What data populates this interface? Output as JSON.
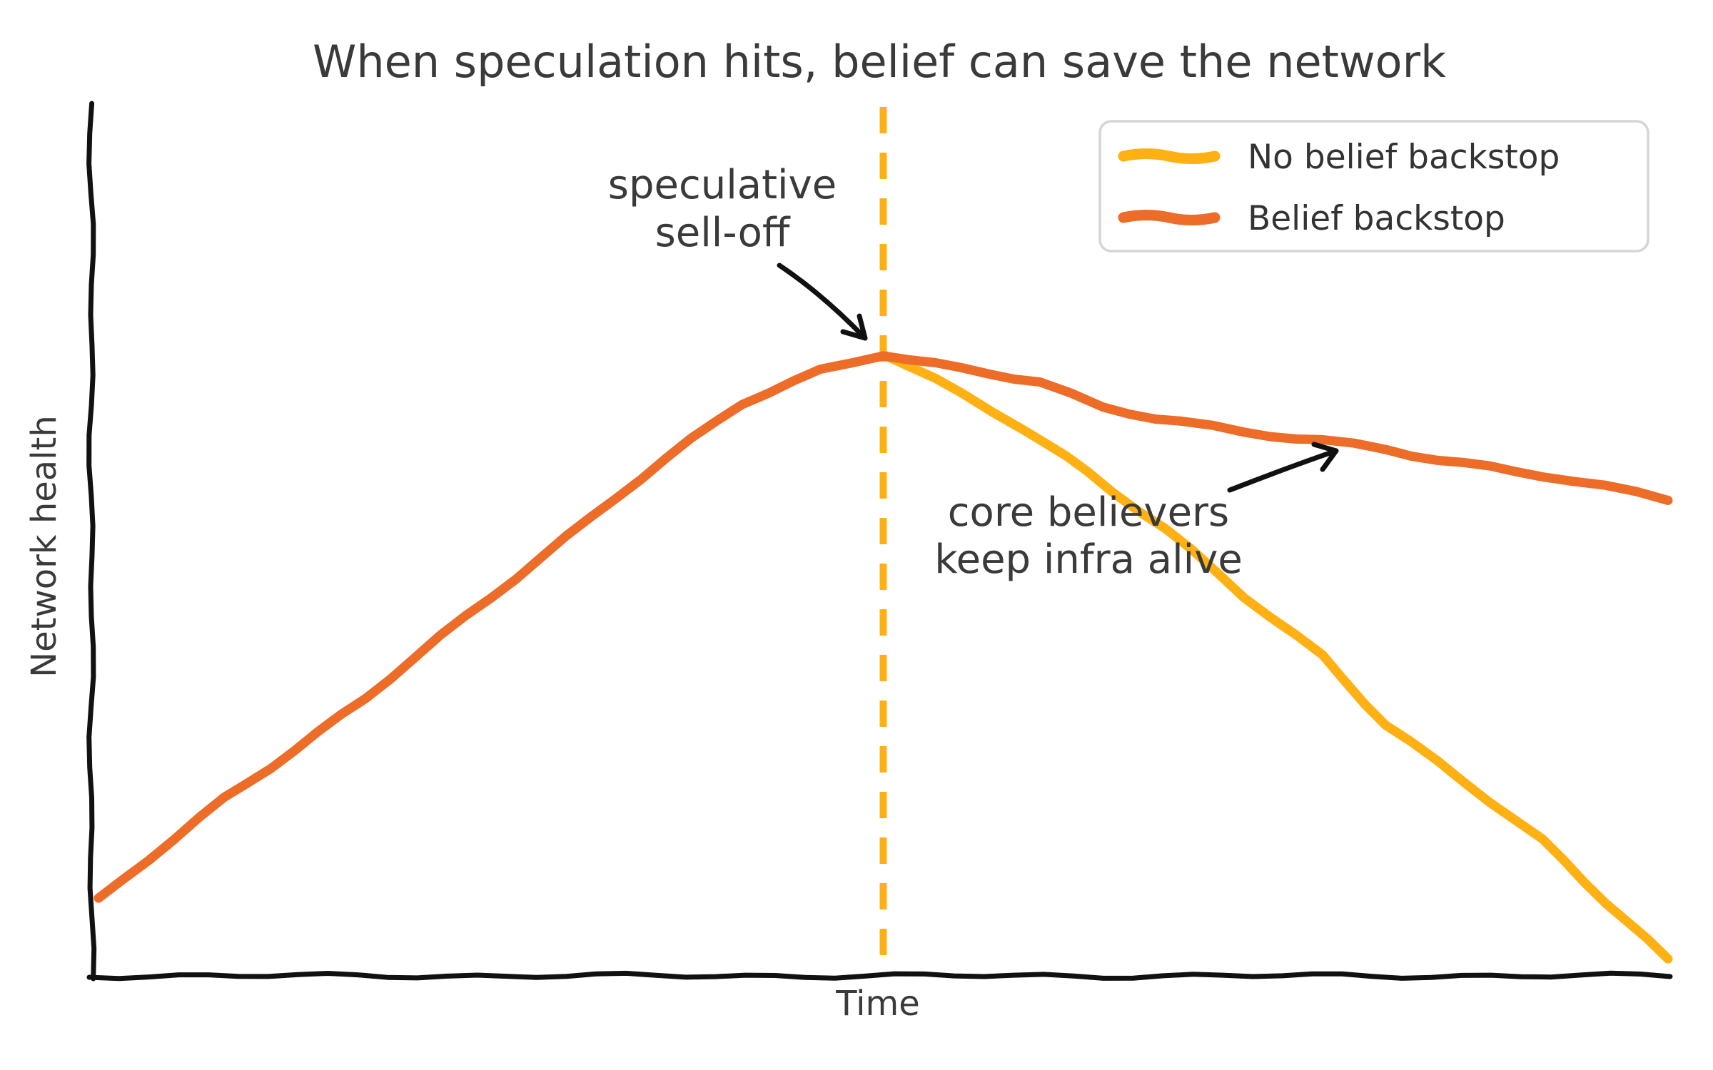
{
  "title": "When speculation hits, belief can save the network",
  "axes": {
    "xlabel": "Time",
    "ylabel": "Network health"
  },
  "legend": {
    "position": "upper right",
    "items": [
      {
        "label": "No belief backstop",
        "color": "#FFB114"
      },
      {
        "label": "Belief backstop",
        "color": "#ED6C28"
      }
    ]
  },
  "annotations": {
    "selloff": {
      "lines": [
        "speculative",
        "sell-off"
      ]
    },
    "believers": {
      "lines": [
        "core believers",
        "keep infra alive"
      ]
    }
  },
  "colors": {
    "no_backstop_yellow": "#FFB114",
    "backstop_orange": "#ED6C28",
    "axis_black": "#111111",
    "text_dark": "#3a3a3a",
    "legend_border": "#d5d5d5"
  },
  "chart_data": {
    "type": "line",
    "title": "When speculation hits, belief can save the network",
    "xlabel": "Time",
    "ylabel": "Network health",
    "style": "xkcd hand-drawn sketch; no tick marks or tick labels on either axis",
    "xlim": [
      0,
      10
    ],
    "ylim": [
      0,
      100
    ],
    "legend_position": "upper right",
    "event_line": {
      "label": "speculative sell-off",
      "x": 5,
      "style": "dashed-vertical",
      "color": "#FFB114",
      "y_top": 95,
      "y_bottom": 1
    },
    "series": [
      {
        "name": "No belief backstop",
        "color": "#FFB114",
        "x": [
          5,
          5.5,
          5.9,
          6.3,
          6.8,
          7.3,
          7.8,
          8.2,
          8.7,
          9.2,
          9.6,
          10
        ],
        "y": [
          75,
          70,
          66,
          61,
          54,
          46,
          39,
          31,
          24,
          17,
          10,
          3
        ]
      },
      {
        "name": "Belief backstop",
        "color": "#ED6C28",
        "x": [
          0,
          0.8,
          1.7,
          2.5,
          3.3,
          4.1,
          4.6,
          5,
          5.5,
          6,
          6.4,
          6.9,
          7.3,
          7.8,
          8.2,
          8.7,
          9.2,
          9.6,
          10
        ],
        "y": [
          10,
          22,
          34,
          46,
          58,
          69,
          73,
          75,
          73,
          71.5,
          68.5,
          67,
          65.5,
          64.5,
          63.5,
          62,
          60.5,
          59,
          57.5
        ]
      }
    ],
    "annotations": [
      {
        "text": "speculative sell-off",
        "target": {
          "x": 5,
          "y": 75
        }
      },
      {
        "text": "core believers keep infra alive",
        "target": {
          "x": 7.9,
          "y": 63
        }
      }
    ]
  }
}
